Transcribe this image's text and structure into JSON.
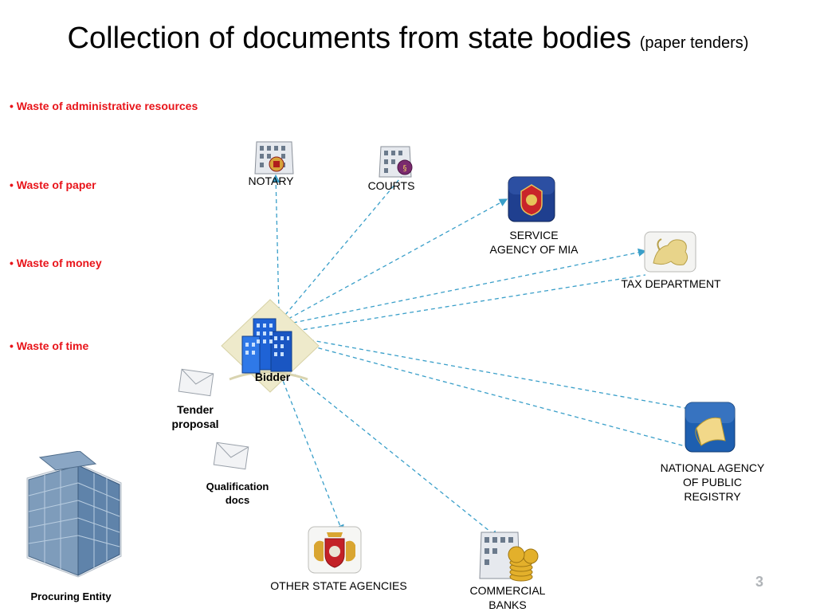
{
  "title": {
    "main": "Collection of documents from state bodies",
    "sub": "(paper tenders)"
  },
  "bullets": [
    {
      "text": "Waste of  administrative resources"
    },
    {
      "text": "Waste of paper"
    },
    {
      "text": "Waste of money"
    },
    {
      "text": "Waste of time"
    }
  ],
  "nodes": {
    "notary": "NOTARY",
    "courts": "COURTS",
    "service_agency_line1": "SERVICE",
    "service_agency_line2": "AGENCY OF MIA",
    "tax": "TAX DEPARTMENT",
    "napr_line1": "NATIONAL AGENCY",
    "napr_line2": "OF PUBLIC",
    "napr_line3": "REGISTRY",
    "other_state": "OTHER STATE AGENCIES",
    "banks_line1": "COMMERCIAL",
    "banks_line2": "BANKS",
    "bidder": "Bidder",
    "tender_line1": "Tender",
    "tender_line2": "proposal",
    "qual_line1": "Qualification",
    "qual_line2": "docs",
    "procuring": "Procuring Entity"
  },
  "icons": [
    "notary-building-icon",
    "courts-building-icon",
    "mia-emblem-icon",
    "tax-lion-icon",
    "registry-scroll-icon",
    "georgia-coat-of-arms-icon",
    "bank-building-coins-icon",
    "bidder-building-icon",
    "envelope-icon",
    "procuring-entity-tower-icon"
  ],
  "colors": {
    "bullet_red": "#e8141a",
    "connector_blue": "#3a9fc9"
  },
  "page_number": "3"
}
